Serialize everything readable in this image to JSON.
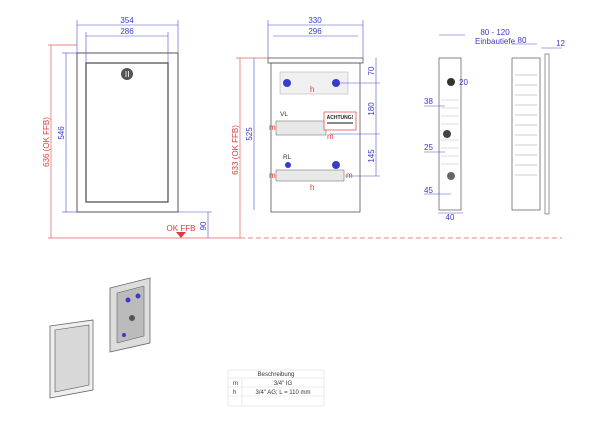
{
  "front_view": {
    "width_outer": "354",
    "width_inner": "286",
    "height_inner": "546",
    "height_total": "636 (OK FFB)",
    "floor_offset": "90",
    "floor_label": "OK FFB"
  },
  "inner_view": {
    "width_outer": "330",
    "width_inner": "296",
    "height_inner": "525",
    "height_total": "633 (OK FFB)",
    "dim_top": "70",
    "dim_mid": "180",
    "dim_low": "145",
    "flow_label": "VL",
    "return_label": "RL",
    "warning_label": "ACHTUNG!",
    "m": "m",
    "h": "h"
  },
  "side_view": {
    "depth": "80 - 120",
    "depth_label": "Einbautiefe",
    "d20": "20",
    "d38": "38",
    "d25": "25",
    "d45": "45",
    "d40": "40"
  },
  "side_view2": {
    "depth": "80",
    "plate": "12"
  },
  "legend_table": {
    "header": "Beschreibung",
    "rows": [
      {
        "key": "m",
        "value": "3/4\" IG"
      },
      {
        "key": "h",
        "value": "3/4\" AG; L = 110 mm"
      }
    ]
  },
  "colors": {
    "dimension": "#3a3acc",
    "floor": "#e03a3a"
  }
}
